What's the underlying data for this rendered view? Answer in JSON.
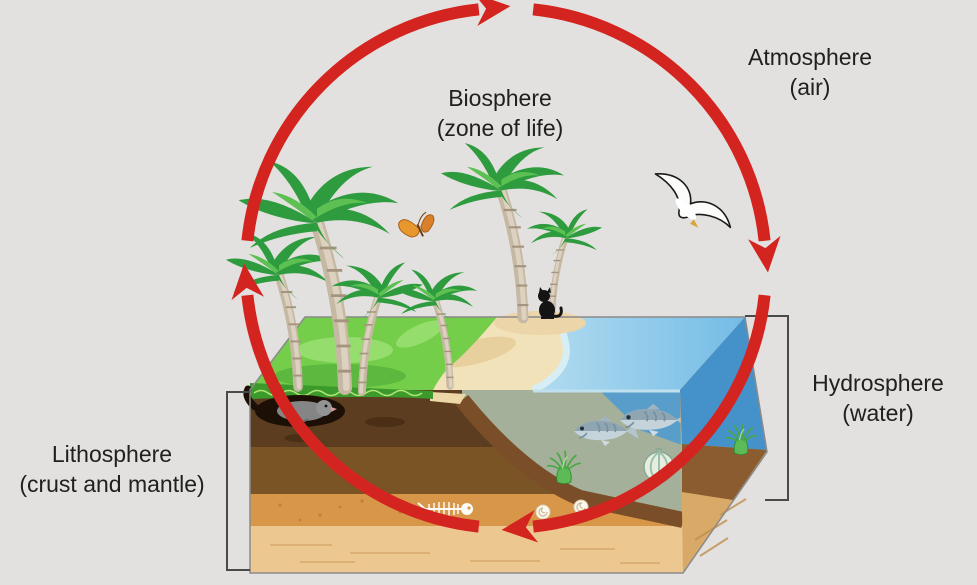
{
  "title": "Earth spheres cycle diagram",
  "background_color": "#e3e1df",
  "cycle": {
    "color": "#d42420",
    "direction": "clockwise",
    "segments": 4
  },
  "labels": {
    "atmosphere": {
      "name": "Atmosphere",
      "subtitle": "(air)"
    },
    "biosphere": {
      "name": "Biosphere",
      "subtitle": "(zone of life)"
    },
    "hydrosphere": {
      "name": "Hydrosphere",
      "subtitle": "(water)"
    },
    "lithosphere": {
      "name": "Lithosphere",
      "subtitle": "(crust and mantle)"
    }
  },
  "palette": {
    "arrow_red": "#d42420",
    "text": "#202020",
    "bracket": "#4a4a4a",
    "grass": "#74ce4a",
    "grass_dark": "#3c9a2d",
    "sand": "#f2e2ba",
    "ocean_surface": "#8ec8e8",
    "ocean_side": "#4591ca",
    "underwater": "#a5b09a",
    "soil_dark": "#5d3d20",
    "soil_brown": "#7b5426",
    "soil_orange": "#d89648",
    "soil_tan": "#ecc78f"
  },
  "illustration": {
    "scene": "island cross-section block",
    "elements": [
      {
        "name": "palm-tree",
        "count": 6
      },
      {
        "name": "butterfly",
        "count": 1
      },
      {
        "name": "seagull",
        "count": 1
      },
      {
        "name": "black-cat",
        "count": 1
      },
      {
        "name": "mole",
        "count": 1
      },
      {
        "name": "fish",
        "count": 2
      },
      {
        "name": "sea-anemone",
        "count": 2
      },
      {
        "name": "sea-urchin",
        "count": 1
      },
      {
        "name": "fish-skeleton-fossil",
        "count": 1
      },
      {
        "name": "shell-fossil",
        "count": 2
      }
    ]
  }
}
